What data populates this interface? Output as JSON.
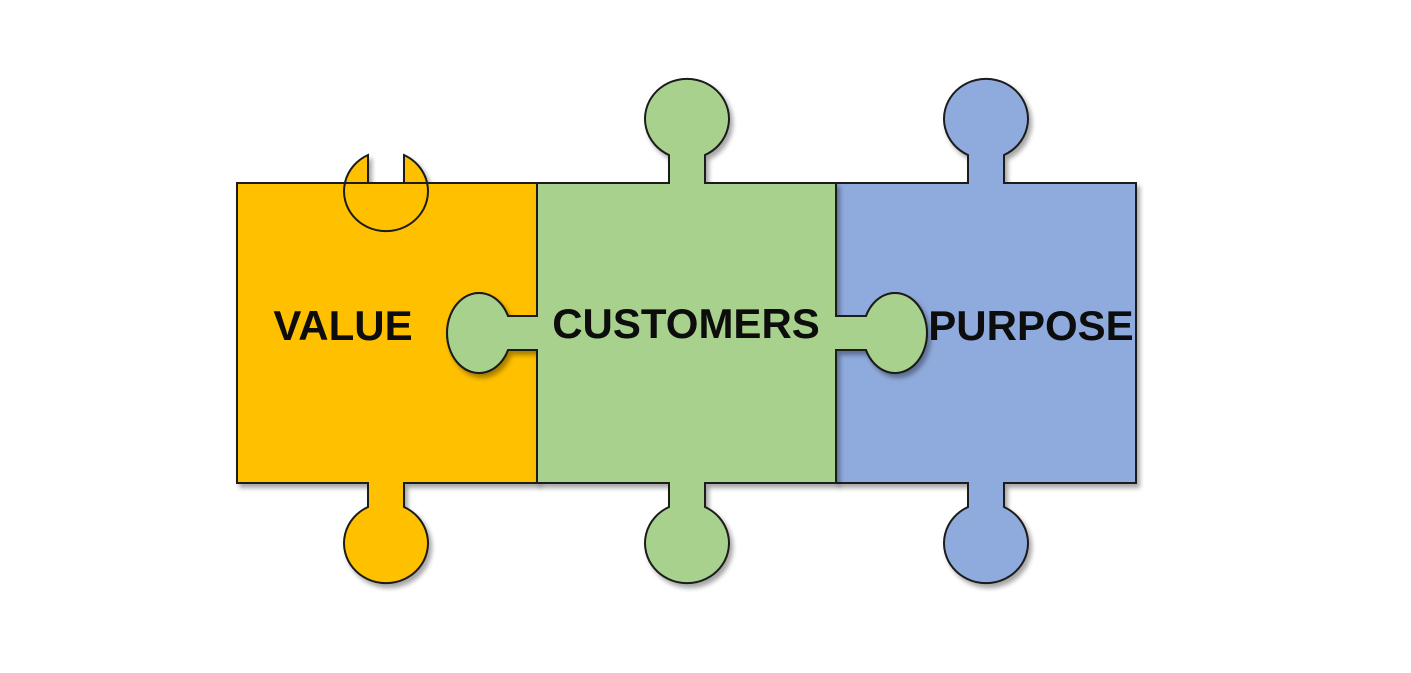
{
  "diagram": {
    "pieces": [
      {
        "id": "value",
        "label": "VALUE",
        "color": "#FFC000"
      },
      {
        "id": "customers",
        "label": "CUSTOMERS",
        "color": "#A9D18E"
      },
      {
        "id": "purpose",
        "label": "PURPOSE",
        "color": "#8FAADC"
      }
    ],
    "outline_color": "#1a1a1a"
  }
}
